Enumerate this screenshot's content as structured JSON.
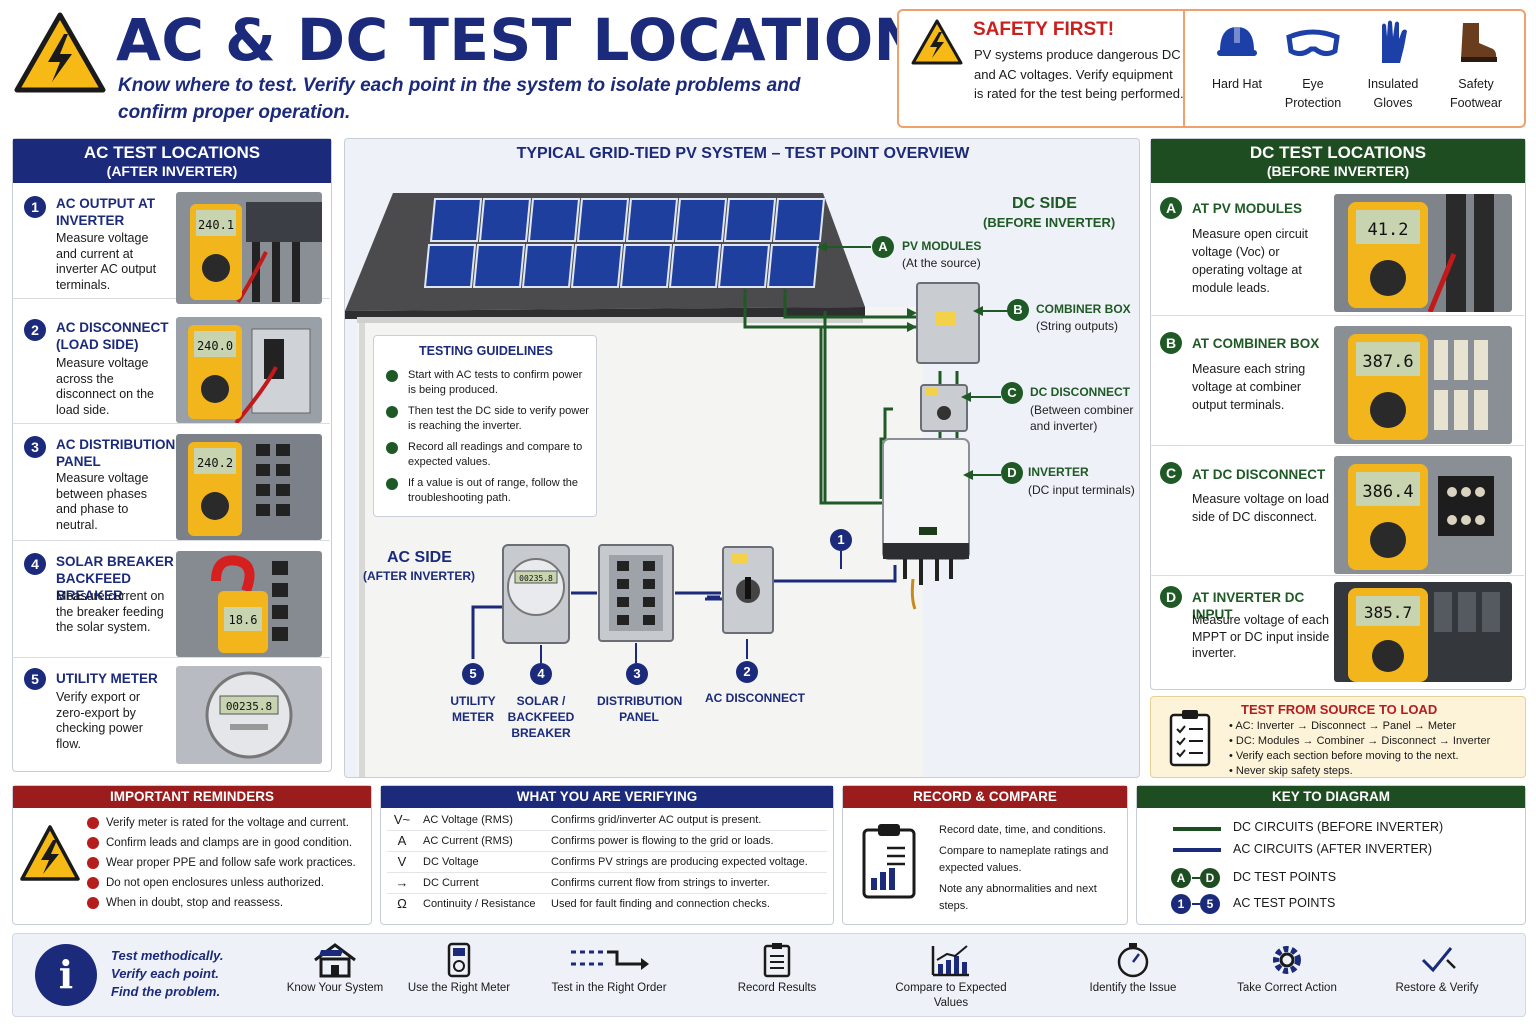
{
  "header": {
    "title": "AC & DC TEST LOCATIONS",
    "subtitle": "Know where to test. Verify each point in the system to isolate problems and confirm proper operation."
  },
  "safety": {
    "title": "SAFETY FIRST!",
    "text": "PV systems produce dangerous DC and AC voltages. Verify equipment is rated for the test being performed.",
    "ppe": [
      {
        "label": "Hard Hat",
        "icon": "hard-hat-icon"
      },
      {
        "label": "Eye Protection",
        "icon": "goggles-icon"
      },
      {
        "label": "Insulated Gloves",
        "icon": "glove-icon"
      },
      {
        "label": "Safety Footwear",
        "icon": "boot-icon"
      }
    ]
  },
  "ac_panel": {
    "title": "AC TEST LOCATIONS",
    "subtitle": "(AFTER INVERTER)",
    "items": [
      {
        "num": "1",
        "title": "AC OUTPUT AT INVERTER",
        "desc": "Measure voltage and current at inverter AC output terminals.",
        "reading": "240.1"
      },
      {
        "num": "2",
        "title": "AC DISCONNECT (LOAD SIDE)",
        "desc": "Measure voltage across the disconnect on the load side.",
        "reading": "240.0"
      },
      {
        "num": "3",
        "title": "AC DISTRIBUTION PANEL",
        "desc": "Measure voltage between phases and phase to neutral.",
        "reading": "240.2"
      },
      {
        "num": "4",
        "title": "SOLAR BREAKER / BACKFEED BREAKER",
        "desc": "Measure current on the breaker feeding the solar system.",
        "reading": "18.6"
      },
      {
        "num": "5",
        "title": "UTILITY METER",
        "desc": "Verify export or zero-export by checking power flow.",
        "reading": "00235.8"
      }
    ]
  },
  "center": {
    "title": "TYPICAL GRID-TIED PV SYSTEM – TEST POINT OVERVIEW",
    "dc_side": "DC SIDE",
    "dc_side_sub": "(BEFORE INVERTER)",
    "ac_side": "AC SIDE",
    "ac_side_sub": "(AFTER INVERTER)",
    "dc_points": [
      {
        "letter": "A",
        "label": "PV MODULES",
        "sub": "(At the source)"
      },
      {
        "letter": "B",
        "label": "COMBINER BOX",
        "sub": "(String outputs)"
      },
      {
        "letter": "C",
        "label": "DC DISCONNECT",
        "sub": "(Between combiner and inverter)"
      },
      {
        "letter": "D",
        "label": "INVERTER",
        "sub": "(DC input terminals)"
      }
    ],
    "ac_points": [
      {
        "num": "1",
        "label": ""
      },
      {
        "num": "2",
        "label": "AC DISCONNECT"
      },
      {
        "num": "3",
        "label": "DISTRIBUTION PANEL"
      },
      {
        "num": "4",
        "label": "SOLAR / BACKFEED BREAKER"
      },
      {
        "num": "5",
        "label": "UTILITY METER"
      }
    ],
    "meter_reading": "00235.8",
    "guidelines": {
      "title": "TESTING GUIDELINES",
      "items": [
        "Start with AC tests to confirm power is being produced.",
        "Then test the DC side to verify power is reaching the inverter.",
        "Record all readings and compare to expected values.",
        "If a value is out of range, follow the troubleshooting path."
      ]
    }
  },
  "dc_panel": {
    "title": "DC TEST LOCATIONS",
    "subtitle": "(BEFORE INVERTER)",
    "items": [
      {
        "letter": "A",
        "title": "AT PV MODULES",
        "desc": "Measure open circuit voltage (Voc) or operating voltage at module leads.",
        "reading": "41.2"
      },
      {
        "letter": "B",
        "title": "AT COMBINER BOX",
        "desc": "Measure each string voltage at combiner output terminals.",
        "reading": "387.6"
      },
      {
        "letter": "C",
        "title": "AT DC DISCONNECT",
        "desc": "Measure voltage on load side of DC disconnect.",
        "reading": "386.4"
      },
      {
        "letter": "D",
        "title": "AT INVERTER DC INPUT",
        "desc": "Measure voltage of each MPPT or DC input inside inverter.",
        "reading": "385.7"
      }
    ]
  },
  "source_to_load": {
    "title": "TEST FROM SOURCE TO LOAD",
    "items": [
      "AC: Inverter → Disconnect → Panel → Meter",
      "DC: Modules → Combiner → Disconnect → Inverter",
      "Verify each section before moving to the next.",
      "Never skip safety steps."
    ]
  },
  "reminders": {
    "title": "IMPORTANT REMINDERS",
    "items": [
      "Verify meter is rated for the voltage and current.",
      "Confirm leads and clamps are in good condition.",
      "Wear proper PPE and follow safe work practices.",
      "Do not open enclosures unless authorized.",
      "When in doubt, stop and reassess."
    ]
  },
  "verifying": {
    "title": "WHAT YOU ARE VERIFYING",
    "rows": [
      {
        "symbol": "V~",
        "name": "AC Voltage (RMS)",
        "desc": "Confirms grid/inverter AC output is present."
      },
      {
        "symbol": "A",
        "name": "AC Current (RMS)",
        "desc": "Confirms power is flowing to the grid or loads."
      },
      {
        "symbol": "V",
        "name": "DC Voltage",
        "desc": "Confirms PV strings are producing expected voltage."
      },
      {
        "symbol": "→",
        "name": "DC Current",
        "desc": "Confirms current flow from strings to inverter."
      },
      {
        "symbol": "Ω",
        "name": "Continuity / Resistance",
        "desc": "Used for fault finding and connection checks."
      }
    ]
  },
  "record": {
    "title": "RECORD & COMPARE",
    "items": [
      "Record date, time, and conditions.",
      "Compare to nameplate ratings and expected values.",
      "Note any abnormalities and next steps."
    ]
  },
  "key": {
    "title": "KEY TO DIAGRAM",
    "dc_line": "DC CIRCUITS (BEFORE INVERTER)",
    "ac_line": "AC CIRCUITS (AFTER INVERTER)",
    "dc_points": "DC TEST POINTS",
    "ac_points": "AC TEST POINTS",
    "dc_a": "A",
    "dc_d": "D",
    "ac_1": "1",
    "ac_5": "5"
  },
  "footer": {
    "message": [
      "Test methodically.",
      "Verify each point.",
      "Find the problem."
    ],
    "steps": [
      {
        "label": "Know Your System",
        "icon": "house-icon"
      },
      {
        "label": "Use the Right Meter",
        "icon": "meter-icon"
      },
      {
        "label": "Test in the Right Order",
        "icon": "sequence-icon"
      },
      {
        "label": "Record Results",
        "icon": "clipboard-icon"
      },
      {
        "label": "Compare to Expected Values",
        "icon": "chart-icon"
      },
      {
        "label": "Identify the Issue",
        "icon": "stopwatch-icon"
      },
      {
        "label": "Take Correct Action",
        "icon": "gear-icon"
      },
      {
        "label": "Restore & Verify",
        "icon": "check-icon"
      }
    ]
  },
  "colors": {
    "navy": "#1c2a7c",
    "dc_green": "#1e4d22",
    "red": "#b51d1d",
    "warning_yellow": "#f6b916"
  }
}
